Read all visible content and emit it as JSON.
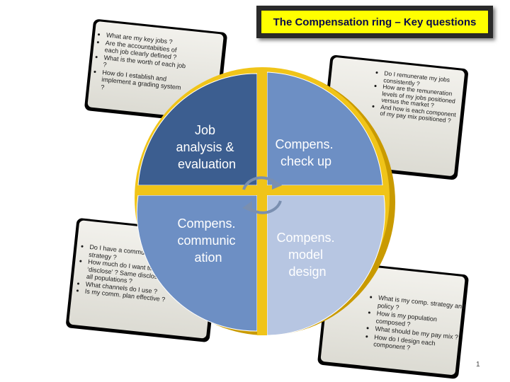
{
  "title": "The Compensation ring – Key questions",
  "quadrants": {
    "top_left": [
      "Job",
      "analysis &",
      "evaluation"
    ],
    "top_right": [
      "Compens.",
      "check up"
    ],
    "bottom_left": [
      "Compens.",
      "communic",
      "ation"
    ],
    "bottom_right": [
      "Compens.",
      "model",
      "design"
    ]
  },
  "cards": {
    "top_left": [
      "What are my key jobs ?",
      "Are the accountabiities of each job clearly defined ?",
      "What is the worth of each job ?",
      "How do I establish and implement a grading system ?"
    ],
    "top_right": [
      "Do I remunerate my jobs consistently ?",
      "How are the remuneration levels of my jobs positioned versus the market ?",
      "And how is each component of my pay mix positioned ?"
    ],
    "bottom_left": [
      "Do I have a communicat. strategy ?",
      "How much do I want  to ‘disclose’ ?  Same disclosure for all populations ?",
      "What channels  do I  use ?",
      "Is my comm. plan effective  ?"
    ],
    "bottom_right": [
      "What is my comp. strategy and policy ?",
      "How is my population composed ?",
      "What should be my pay mix ?",
      "How do I design each component ?"
    ]
  },
  "colors": {
    "title_bg": "#ffff00",
    "ring_gold": "#e6b800",
    "top_left": "#3c5e90",
    "top_right": "#6d8fc4",
    "bottom_left": "#6d8fc4",
    "bottom_right": "#b7c6e2"
  },
  "page_number": "1"
}
